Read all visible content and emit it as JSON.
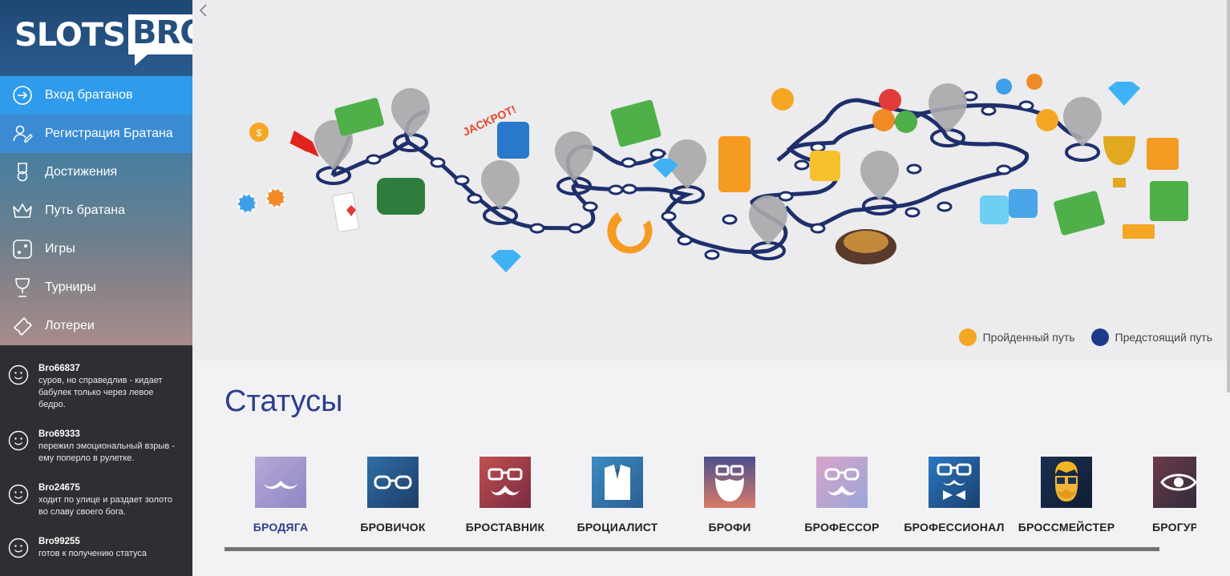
{
  "logo": {
    "part1": "SLOTS",
    "part2": "BRO!"
  },
  "menu": [
    {
      "label": "Вход братанов",
      "icon": "login-icon"
    },
    {
      "label": "Регистрация Братана",
      "icon": "register-icon"
    },
    {
      "label": "Достижения",
      "icon": "medal-icon"
    },
    {
      "label": "Путь братана",
      "icon": "crown-icon"
    },
    {
      "label": "Игры",
      "icon": "dice-icon"
    },
    {
      "label": "Турниры",
      "icon": "trophy-icon"
    },
    {
      "label": "Лотереи",
      "icon": "ticket-icon"
    }
  ],
  "feed": [
    {
      "name": "Bro66837",
      "text": "суров, но справедлив - кидает бабулек только через левое бедро."
    },
    {
      "name": "Bro69333",
      "text": "пережил эмоциональный взрыв - ему поперло в рулетке."
    },
    {
      "name": "Bro24675",
      "text": "ходит по улице и раздает золото во славу своего бога."
    },
    {
      "name": "Bro99255",
      "text": "готов к получению статуса"
    }
  ],
  "map": {
    "jackpot_text": "JACKPOT!"
  },
  "legend": {
    "passed": {
      "label": "Пройденный путь",
      "color": "#f5a623"
    },
    "upcoming": {
      "label": "Предстоящий путь",
      "color": "#1e3a8a"
    }
  },
  "statuses": {
    "title": "Статусы",
    "items": [
      {
        "label": "БРОДЯГА",
        "icon": "mustache-icon",
        "bg": [
          "#b7a9d6",
          "#8f86c4"
        ]
      },
      {
        "label": "БРОВИЧОК",
        "icon": "glasses-icon",
        "bg": [
          "#2f6ea8",
          "#1d3d66"
        ]
      },
      {
        "label": "БРОСТАВНИК",
        "icon": "glasses-mustache-icon",
        "bg": [
          "#c0504f",
          "#7b2a42"
        ]
      },
      {
        "label": "БРОЦИАЛИСТ",
        "icon": "suit-icon",
        "bg": [
          "#3b8bc2",
          "#2b5f91"
        ]
      },
      {
        "label": "БРОФИ",
        "icon": "bearded-face-icon",
        "bg": [
          "#4b4f8e",
          "#d97b67"
        ]
      },
      {
        "label": "БРОФЕССОР",
        "icon": "glasses-mustache-icon",
        "bg": [
          "#d9a3c9",
          "#9aa6d8"
        ]
      },
      {
        "label": "БРОФЕССИОНАЛ",
        "icon": "bowtie-icon",
        "bg": [
          "#2b78c2",
          "#1a3f6e"
        ]
      },
      {
        "label": "БРОССМЕЙСТЕР",
        "icon": "golden-face-icon",
        "bg": [
          "#1a3050",
          "#101d33"
        ]
      },
      {
        "label": "БРОГУРУ",
        "icon": "eye-icon",
        "bg": [
          "#6c3b4a",
          "#2d2b3a"
        ]
      }
    ]
  }
}
